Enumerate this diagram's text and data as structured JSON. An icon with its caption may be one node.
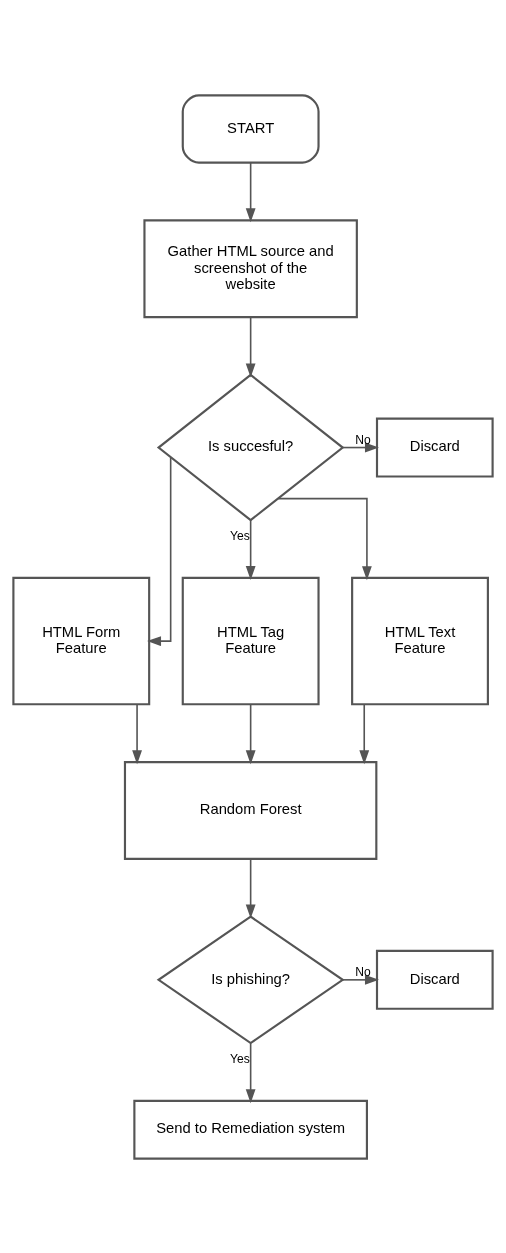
{
  "diagram": {
    "nodes": [
      {
        "text": [
          "START"
        ]
      },
      {
        "text": [
          "Gather HTML source and screenshot of the website"
        ]
      },
      {
        "text": [
          "Is succesful?"
        ]
      },
      {
        "text": [
          "Discard"
        ]
      },
      {
        "text": [
          "HTML Form Feature"
        ]
      },
      {
        "text": [
          "HTML Tag Feature"
        ]
      },
      {
        "text": [
          "HTML Text Feature"
        ]
      },
      {
        "text": [
          "Random Forest"
        ]
      },
      {
        "text": [
          "Is phishing?"
        ]
      },
      {
        "text": [
          "Discard"
        ]
      },
      {
        "text": [
          "Send to Remediation system"
        ]
      }
    ],
    "edges": [
      {
        "from": 0,
        "to": 1,
        "arrow": "to"
      },
      {
        "from": 1,
        "to": 2,
        "arrow": "to"
      },
      {
        "from": 2,
        "to": 3,
        "arrow": "to",
        "label": "No"
      },
      {
        "from": 2,
        "to": 4,
        "arrow": "to"
      },
      {
        "from": 2,
        "to": 5,
        "arrow": "to",
        "label": "Yes"
      },
      {
        "from": 2,
        "to": 6,
        "arrow": "to"
      },
      {
        "from": 4,
        "to": 7,
        "arrow": "to"
      },
      {
        "from": 5,
        "to": 7,
        "arrow": "to"
      },
      {
        "from": 6,
        "to": 7,
        "arrow": "to"
      },
      {
        "from": 7,
        "to": 8,
        "arrow": "to"
      },
      {
        "from": 8,
        "to": 9,
        "arrow": "to",
        "label": "No"
      },
      {
        "from": 8,
        "to": 10,
        "arrow": "to",
        "label": "Yes"
      }
    ]
  }
}
